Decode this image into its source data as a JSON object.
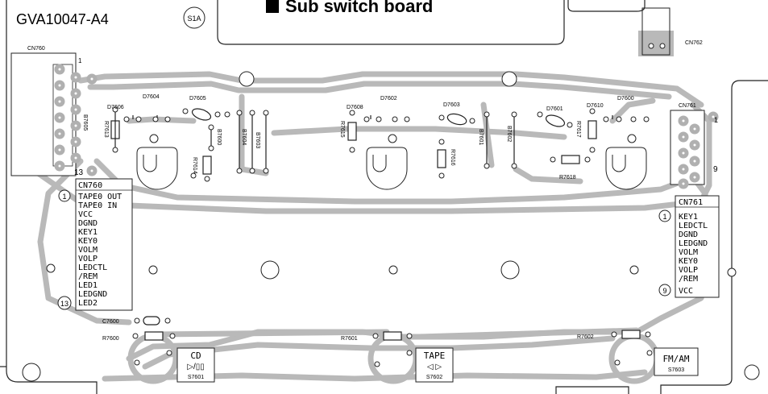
{
  "board_code": "GVA10047-A4",
  "board_marker": "S1A",
  "title": "Sub switch board",
  "connectors": {
    "cn760": {
      "ref": "CN760",
      "pin_first": "1",
      "pin_last": "13",
      "first_pin_marker": "1",
      "last_pin_marker": "13",
      "pins": [
        "TAPE0 OUT",
        "TAPE0 IN",
        "VCC",
        "DGND",
        "KEY1",
        "KEY0",
        "VOLM",
        "VOLP",
        "LEDCTL",
        "/REM",
        "LED1",
        "LEDGND",
        "LED2"
      ]
    },
    "cn761": {
      "ref": "CN761",
      "pin_first": "1",
      "pin_last": "9",
      "first_pin_marker": "1",
      "last_pin_marker": "9",
      "pins": [
        "KEY1",
        "LEDCTL",
        "DGND",
        "LEDGND",
        "VOLM",
        "KEY0",
        "VOLP",
        "/REM",
        "VCC"
      ]
    },
    "cn762": {
      "ref": "CN762"
    }
  },
  "components": {
    "d7606": "D7606",
    "d7604": "D7604",
    "d7605": "D7605",
    "d7608": "D7608",
    "d7602": "D7602",
    "d7603": "D7603",
    "d7601": "D7601",
    "d7610": "D7610",
    "d7600": "D7600",
    "r7613": "R7613",
    "r7614": "R7614",
    "r7615": "R7615",
    "r7616": "R7616",
    "r7617": "R7617",
    "r7618": "R7618",
    "r7600": "R7600",
    "r7601": "R7601",
    "r7602": "R7602",
    "c7600": "C7600",
    "b7605": "B7605",
    "b7600": "B7600",
    "b7604": "B7604",
    "b7603": "B7603",
    "b7601": "B7601",
    "b7602": "B7602"
  },
  "switches": [
    {
      "ref": "S7601",
      "label": "CD",
      "symbol": "▷/▯▯"
    },
    {
      "ref": "S7602",
      "label": "TAPE",
      "symbol": "◁ ▷"
    },
    {
      "ref": "S7603",
      "label": "FM/AM",
      "symbol": ""
    }
  ]
}
